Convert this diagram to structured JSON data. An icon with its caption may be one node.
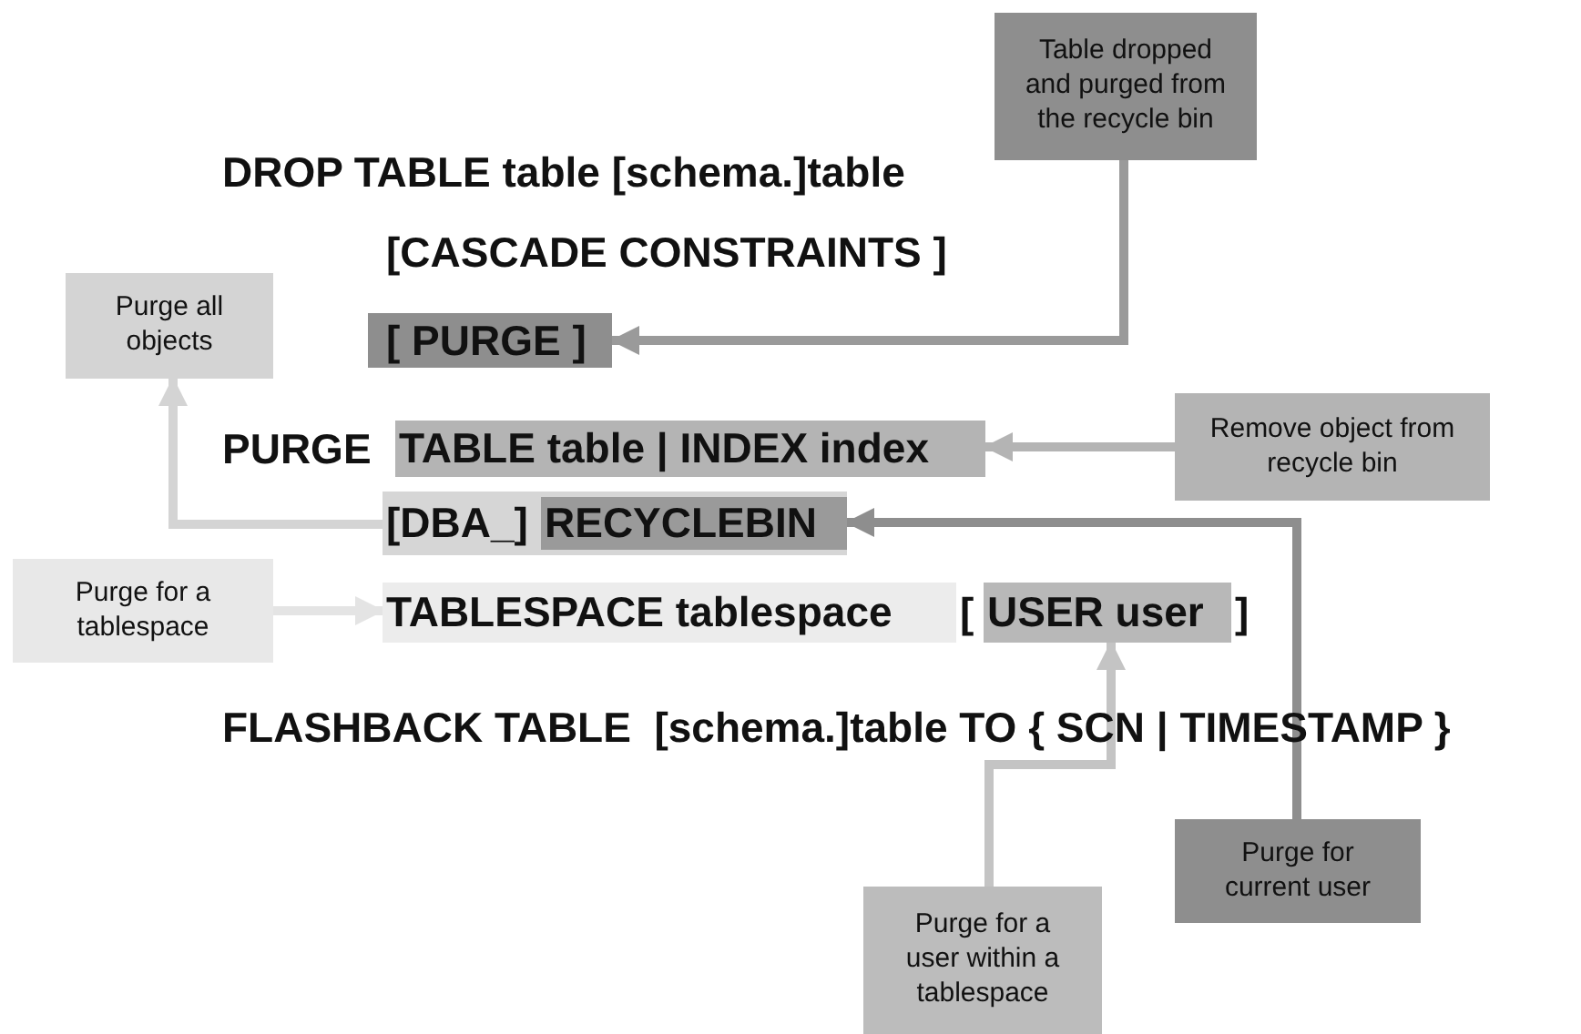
{
  "diagram": {
    "nodes": [
      {
        "text": [
          "Table dropped and purged from the recycle bin"
        ]
      },
      {
        "text": [
          "[ PURGE ]"
        ]
      },
      {
        "text": [
          "Purge all objects"
        ]
      },
      {
        "text": [
          "TABLE table | INDEX index"
        ]
      },
      {
        "text": [
          "Remove object from recycle bin"
        ]
      },
      {
        "text": [
          "[DBA_]"
        ]
      },
      {
        "text": [
          "RECYCLEBIN"
        ],
        "in": 5
      },
      {
        "text": [
          "Purge for a tablespace"
        ]
      },
      {
        "text": [
          "TABLESPACE tablespace"
        ]
      },
      {
        "text": [
          "USER user"
        ]
      },
      {
        "text": [
          "Purge for a user within a tablespace"
        ]
      },
      {
        "text": [
          "Purge for current user"
        ]
      }
    ],
    "edges": [
      {
        "from": 0,
        "to": 1,
        "arrow": "to",
        "color": "#9a9a9a"
      },
      {
        "from": 5,
        "to": 2,
        "arrow": "to",
        "color": "#d4d4d4"
      },
      {
        "from": 4,
        "to": 3,
        "arrow": "to",
        "color": "#b4b4b4"
      },
      {
        "from": 11,
        "to": 6,
        "arrow": "to",
        "color": "#8e8e8e"
      },
      {
        "from": 7,
        "to": 8,
        "arrow": "to",
        "color": "#e4e4e4"
      },
      {
        "from": 10,
        "to": 9,
        "arrow": "to",
        "color": "#c4c4c4"
      }
    ],
    "labels": [
      "DROP TABLE table [schema.]table",
      "[CASCADE CONSTRAINTS ]",
      "PURGE",
      "[",
      "]",
      "FLASHBACK TABLE  [schema.]table TO { SCN | TIMESTAMP }"
    ]
  }
}
